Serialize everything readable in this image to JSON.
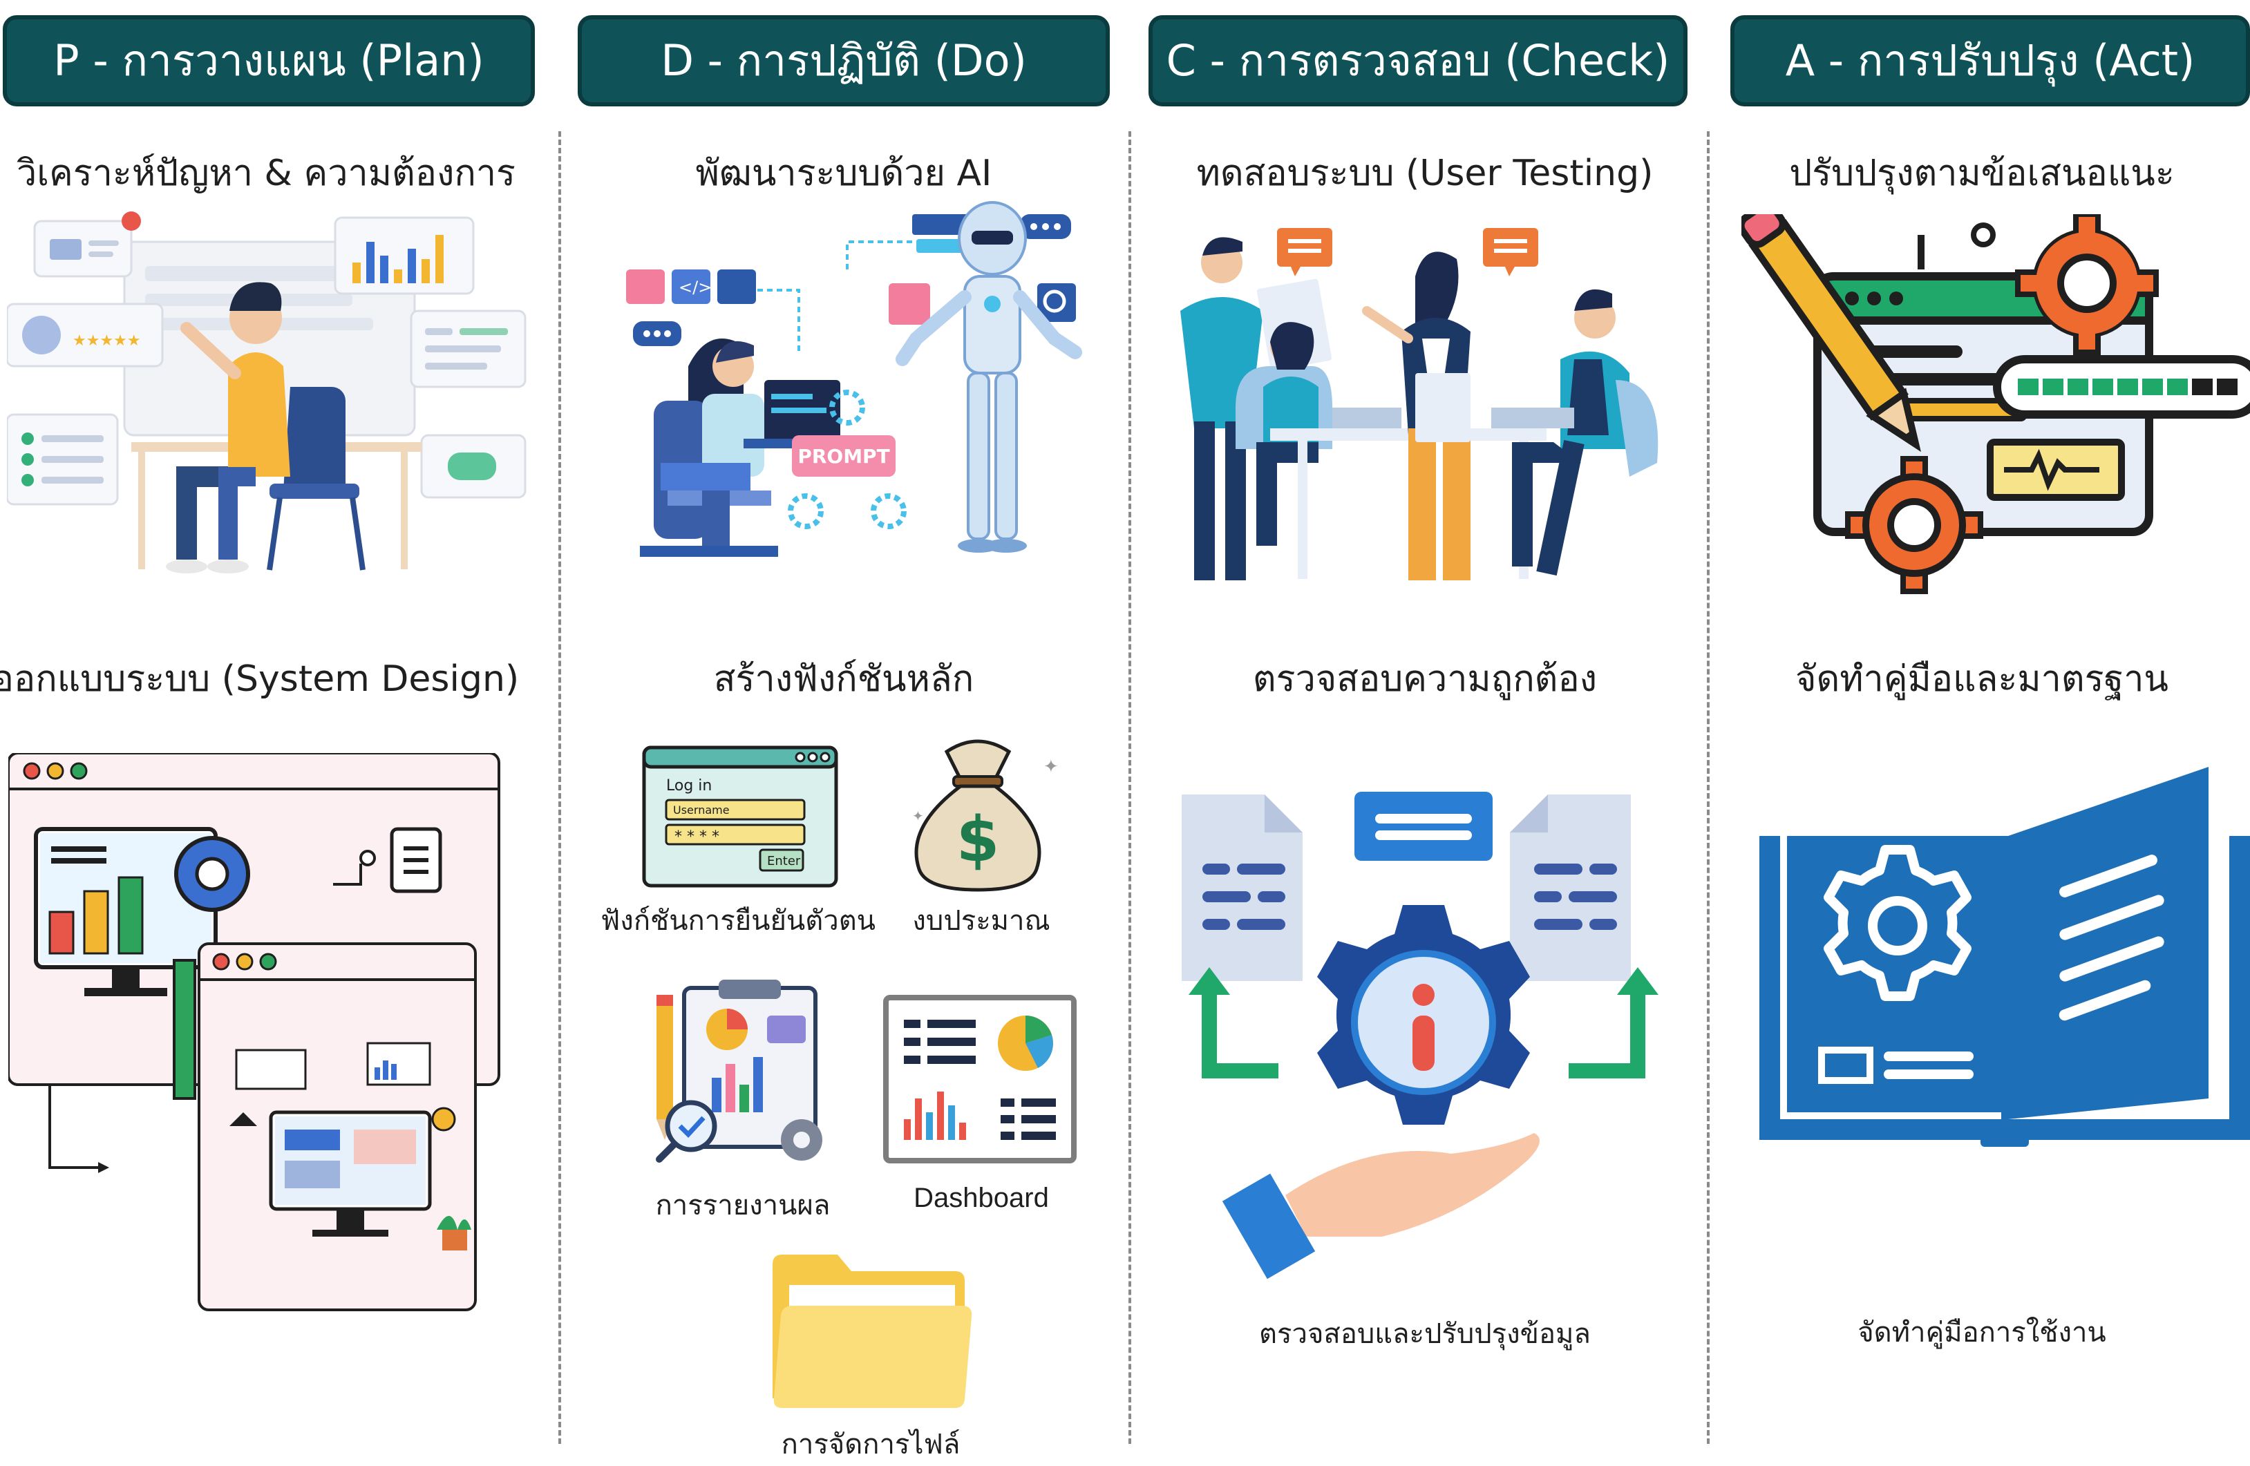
{
  "phases": [
    {
      "title": "P - การวางแผน (Plan)",
      "items": [
        "วิเคราะห์ปัญหา & ความต้องการ",
        "ออกแบบระบบ (System Design)"
      ]
    },
    {
      "title": "D - การปฏิบัติ (Do)",
      "items": [
        "พัฒนาระบบด้วย AI",
        "สร้างฟังก์ชันหลัก"
      ],
      "prompt_label": "PROMPT",
      "functions": [
        "ฟังก์ชันการยืนยันตัวตน",
        "งบประมาณ",
        "การรายงานผล",
        "Dashboard",
        "การจัดการไฟล์"
      ],
      "login_card": {
        "title": "Log in",
        "username": "Username",
        "password": "* * * *",
        "enter": "Enter"
      },
      "money_symbol": "$"
    },
    {
      "title": "C - การตรวจสอบ (Check)",
      "items": [
        "ทดสอบระบบ (User Testing)",
        "ตรวจสอบความถูกต้อง",
        "ตรวจสอบและปรับปรุงข้อมูล"
      ]
    },
    {
      "title": "A - การปรับปรุง (Act)",
      "items": [
        "ปรับปรุงตามข้อเสนอแนะ",
        "จัดทำคู่มือและมาตรฐาน",
        "จัดทำคู่มือการใช้งาน"
      ]
    }
  ],
  "colors": {
    "header_bg": "#0f5257",
    "accent_orange": "#ee6a2f",
    "accent_blue": "#1d6fb8",
    "accent_green": "#1fa86a"
  }
}
